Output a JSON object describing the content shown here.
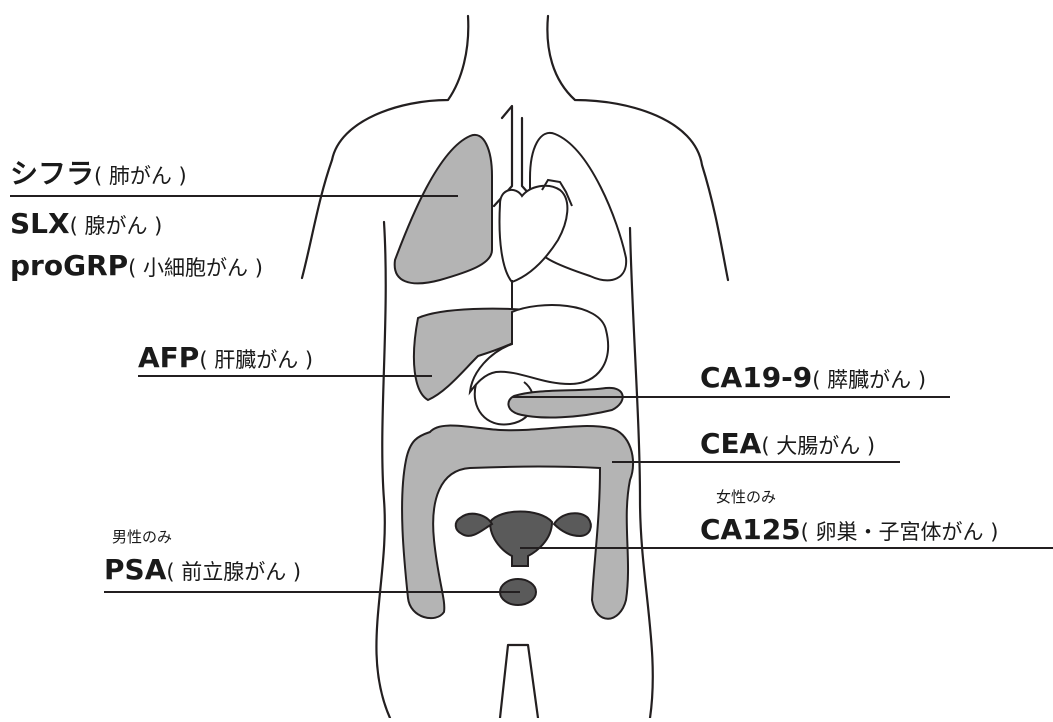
{
  "labels": {
    "cyfra": {
      "marker": "シフラ",
      "paren": "( 肺がん )"
    },
    "slx": {
      "marker": "SLX",
      "paren": "( 腺がん )"
    },
    "progrp": {
      "marker": "proGRP",
      "paren": "( 小細胞がん )"
    },
    "afp": {
      "marker": "AFP",
      "paren": "( 肝臓がん )"
    },
    "ca199": {
      "marker": "CA19-9",
      "paren": "( 膵臓がん )"
    },
    "cea": {
      "marker": "CEA",
      "paren": "( 大腸がん )"
    },
    "ca125": {
      "note": "女性のみ",
      "marker": "CA125",
      "paren": "( 卵巣・子宮体がん )"
    },
    "psa": {
      "note": "男性のみ",
      "marker": "PSA",
      "paren": "( 前立腺がん )"
    }
  },
  "colors": {
    "outline": "#231f20",
    "organ_light": "#b4b4b4",
    "organ_dark": "#5a5a5a",
    "background": "#ffffff"
  }
}
